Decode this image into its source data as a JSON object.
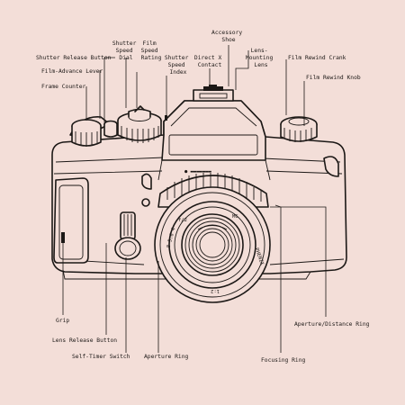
{
  "labels": {
    "accessory_shoe": [
      "Accessory",
      "Shoe"
    ],
    "lens_mounting_lens": [
      "Lens-",
      "Mounting",
      "Lens"
    ],
    "film_rewind_crank": "Film Rewind Crank",
    "film_rewind_knob": "Film Rewind Knob",
    "shutter_speed_dial": [
      "Shutter",
      "Speed",
      "Dial"
    ],
    "film_speed_rating": [
      "Film",
      "Speed",
      "Rating"
    ],
    "shutter_speed_index": [
      "Shutter",
      "Speed",
      "Index"
    ],
    "direct_x_contact": [
      "Direct X",
      "Contact"
    ],
    "shutter_release_button": "Shutter Release Button",
    "film_advance_lever": "Film-Advance Lever",
    "frame_counter": "Frame Counter",
    "grip": "Grip",
    "lens_release_button": "Lens Release Button",
    "self_timer_switch": "Self-Timer Switch",
    "aperture_ring": "Aperture Ring",
    "focusing_ring": "Focusing Ring",
    "aperture_distance_ring": "Aperture/Distance Ring"
  },
  "lens_markings": {
    "mc": "MC",
    "brand": "PHENIX",
    "aperture": "f/2",
    "focal": "1:2",
    "scale": "8 5.6 4"
  }
}
